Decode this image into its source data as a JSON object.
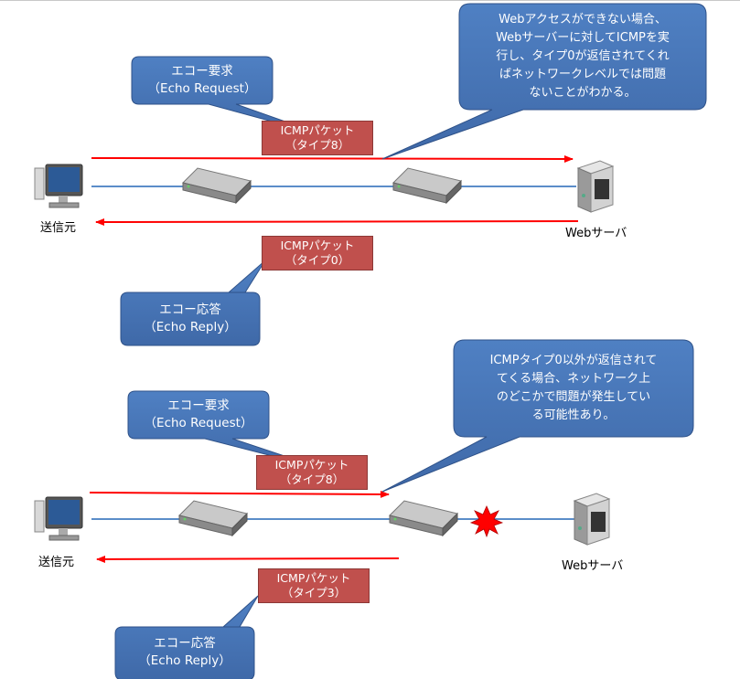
{
  "top": {
    "sender_label": "送信元",
    "server_label": "Webサーバ",
    "request_callout": [
      "エコー要求",
      "（Echo Request）"
    ],
    "reply_callout": [
      "エコー応答",
      "（Echo Reply）"
    ],
    "packet_out": [
      "ICMPパケット",
      "（タイプ8）"
    ],
    "packet_back": [
      "ICMPパケット",
      "（タイプ0）"
    ],
    "note": [
      "Webアクセスができない場合、",
      "Webサーバーに対してICMPを実",
      "行し、タイプ0が返信されてくれ",
      "ばネットワークレベルでは問題",
      "ないことがわかる。"
    ]
  },
  "bottom": {
    "sender_label": "送信元",
    "server_label": "Webサーバ",
    "request_callout": [
      "エコー要求",
      "（Echo Request）"
    ],
    "reply_callout": [
      "エコー応答",
      "（Echo Reply）"
    ],
    "packet_out": [
      "ICMPパケット",
      "（タイプ8）"
    ],
    "packet_back": [
      "ICMPパケット",
      "（タイプ3）"
    ],
    "note": [
      "ICMPタイプ0以外が返信されて",
      "てくる場合、ネットワーク上",
      "のどこかで問題が発生してい",
      "る可能性あり。"
    ]
  },
  "colors": {
    "callout_fill": "#4472b4",
    "callout_stroke": "#2f5289",
    "packet_fill": "#c0504d",
    "arrow": "#ff0000",
    "link": "#5b8dc9",
    "failure": "#ff0000"
  },
  "icons": {
    "sender": "desktop-computer-icon",
    "router": "router-icon",
    "server": "server-tower-icon",
    "failure": "failure-burst-icon"
  }
}
